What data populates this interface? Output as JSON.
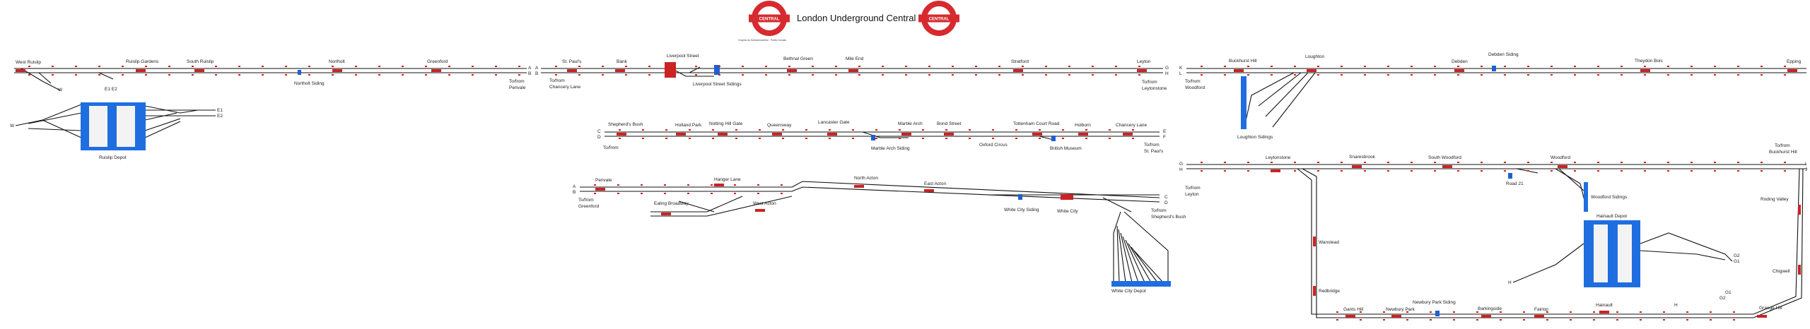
{
  "header": {
    "title": "London Underground Central Line",
    "roundel_text": "CENTRAL",
    "credit": "Graphic by thetrainmodelist · Public Domain"
  },
  "colors": {
    "roundel_red": "#d72a2f",
    "platform": "#cc2222",
    "depot": "#1f6ee0",
    "track": "#111111"
  },
  "west_ruislip": {
    "stations": [
      "West Ruislip",
      "Ruislip Gardens",
      "South Ruislip",
      "Northolt",
      "Greenford"
    ],
    "sidings": [
      "Northolt Siding"
    ],
    "depot": "Ruislip Depot",
    "ends": {
      "to": "To/from",
      "dest": "Perivale",
      "end_a": "A",
      "end_b": "B"
    },
    "codes": [
      "W",
      "E1 E2",
      "W",
      "E1",
      "E2"
    ]
  },
  "central_a": {
    "stations": [
      "St. Paul's",
      "Bank",
      "Liverpool Street",
      "Bethnal Green",
      "Mile End",
      "Stratford",
      "Leyton"
    ],
    "sidings": [
      "Liverpool Street Sidings"
    ],
    "left_to": "To/from",
    "left_dest": "Chancery Lane",
    "right_to": "To/from",
    "right_dest": "Leytonstone",
    "codes_left": [
      "A",
      "B"
    ],
    "codes_right": [
      "G",
      "H"
    ]
  },
  "central_b": {
    "stations": [
      "Shepherd's Bush",
      "Holland Park",
      "Notting Hill Gate",
      "Queensway",
      "Lancaster Gate",
      "Marble Arch",
      "Bond Street",
      "Tottenham Court Road",
      "Holborn",
      "Chancery Lane"
    ],
    "lower": [
      "Marble Arch Siding",
      "Oxford Circus",
      "British Museum"
    ],
    "left_to": "To/from",
    "right_to": "To/from",
    "right_dest": "St. Paul's",
    "codes_left": [
      "C",
      "D"
    ],
    "codes_right": [
      "E",
      "F"
    ]
  },
  "central_c": {
    "stations": [
      "Perivale",
      "Hanger Lane",
      "North Acton",
      "East Acton",
      "Ealing Broadway",
      "West Acton",
      "White City Siding",
      "White City"
    ],
    "left_to": "To/from",
    "left_dest": "Greenford",
    "right_to": "To/from",
    "right_dest": "Shepherd's Bush",
    "depot": "White City Depot",
    "codes_left": [
      "A",
      "B"
    ],
    "codes_right": [
      "C",
      "D"
    ]
  },
  "east_a": {
    "stations": [
      "Buckhurst Hill",
      "Loughton",
      "Debden",
      "Debden Siding",
      "Theydon Bois",
      "Epping"
    ],
    "sidings": [
      "Loughton Sidings"
    ],
    "left_to": "To/from",
    "left_dest": "Woodford",
    "codes_left": [
      "K",
      "L"
    ]
  },
  "east_b": {
    "stations": [
      "Leytonstone",
      "Snaresbrook",
      "South Woodford",
      "Woodford",
      "Road 21",
      "Woodford Sidings",
      "Hainault Depot",
      "Wanstead",
      "Redbridge",
      "Gants Hill",
      "Newbury Park",
      "Newbury Park Siding",
      "Barkingside",
      "Fairlop",
      "Hainault",
      "Grange Hill",
      "Chigwell",
      "Roding Valley"
    ],
    "left_to": "To/from",
    "left_dest": "Leyton",
    "right_to": "To/from",
    "right_dest": "Buckhurst Hill",
    "codes_left": [
      "G",
      "H"
    ],
    "codes_right": [
      "I",
      "J"
    ],
    "depot_codes": [
      "G2",
      "G1",
      "H"
    ],
    "loop_codes": [
      "G1",
      "G2",
      "H"
    ]
  }
}
